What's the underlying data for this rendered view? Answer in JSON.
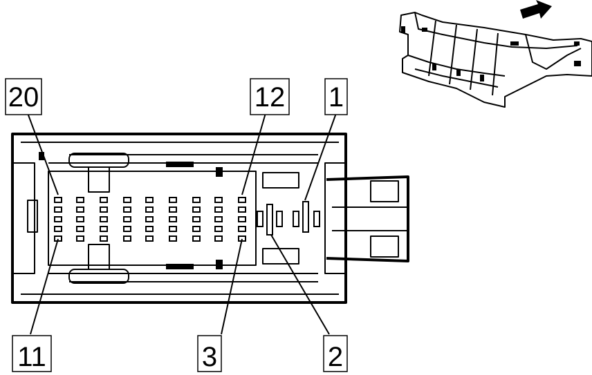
{
  "callouts": {
    "pin_20": "20",
    "pin_12": "12",
    "pin_1": "1",
    "pin_11": "11",
    "pin_3": "3",
    "pin_2": "2"
  },
  "icons": {
    "direction": "arrow-right-icon",
    "connector_3d": "connector-perspective-icon"
  }
}
